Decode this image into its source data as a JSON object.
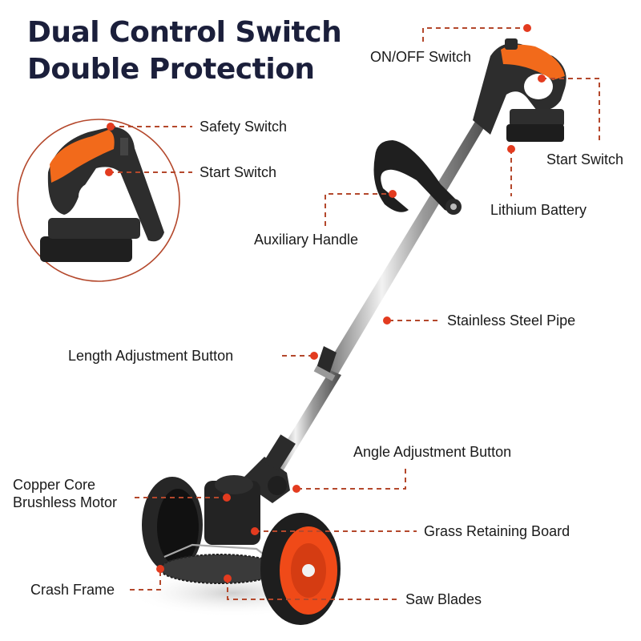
{
  "title": {
    "line1": "Dual Control Switch",
    "line2": "Double Protection"
  },
  "colors": {
    "title": "#1b1f3b",
    "callout": "#c0452a",
    "dot": "#e33b1f",
    "accent_orange": "#f26a1b",
    "body_black": "#2b2b2b",
    "wheel_hub": "#f04a18"
  },
  "callouts": {
    "on_off_switch": "ON/OFF Switch",
    "safety_switch": "Safety Switch",
    "start_switch_inset": "Start Switch",
    "start_switch": "Start Switch",
    "lithium_battery": "Lithium Battery",
    "auxiliary_handle": "Auxiliary Handle",
    "stainless_steel_pipe": "Stainless Steel Pipe",
    "length_adjustment_button": "Length Adjustment Button",
    "angle_adjustment_button": "Angle Adjustment Button",
    "copper_core_motor": "Copper Core\nBrushless Motor",
    "grass_retaining_board": "Grass Retaining Board",
    "crash_frame": "Crash Frame",
    "saw_blades": "Saw Blades"
  }
}
